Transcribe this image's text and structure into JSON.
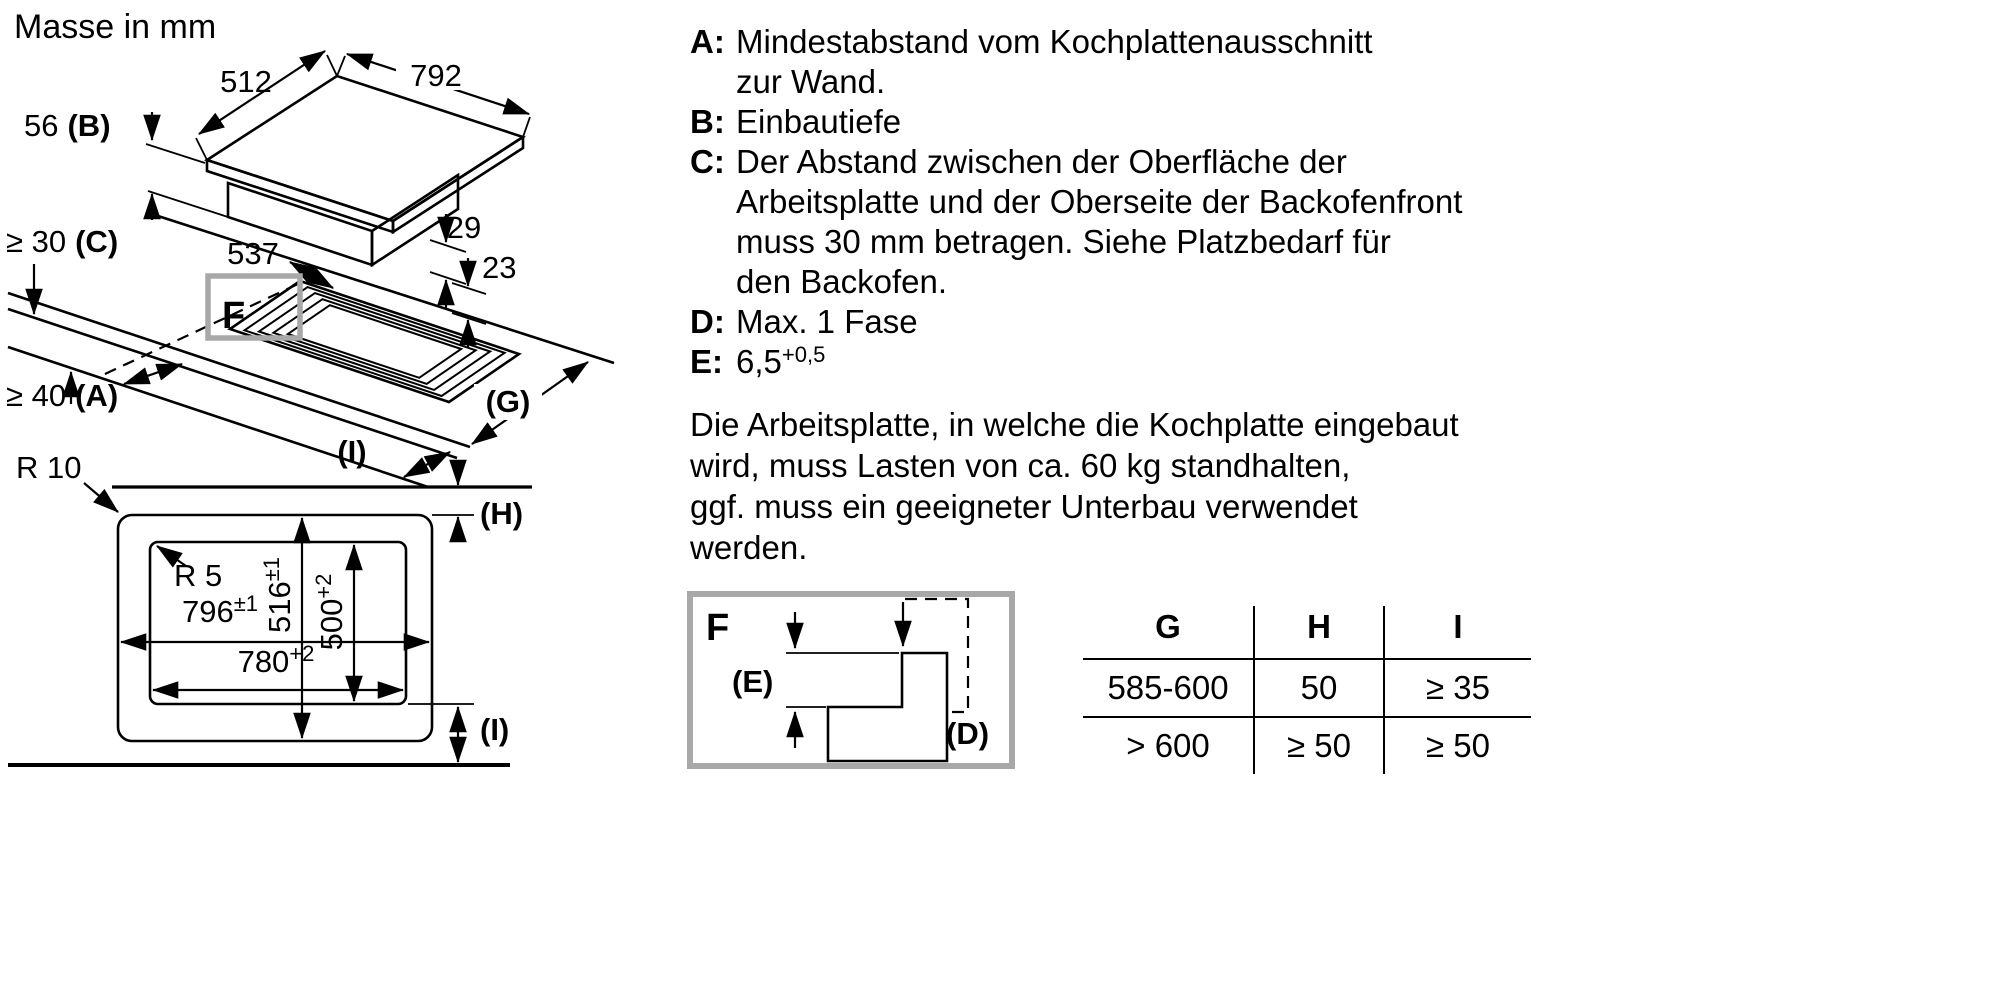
{
  "title": "Masse in mm",
  "iso": {
    "d512": "512",
    "d792": "792",
    "d537": "537",
    "d29": "29",
    "d23": "23",
    "d56": {
      "value": "56",
      "label": "(B)"
    },
    "d30": {
      "value": "≥ 30",
      "label": "(C)"
    },
    "d40": {
      "value": "≥ 40",
      "label": "(A)"
    },
    "g": "(G)",
    "i": "(I)",
    "f": "F"
  },
  "plan": {
    "r10": "R 10",
    "r5": "R 5",
    "d516": {
      "value": "516",
      "sup": "±1"
    },
    "d500": {
      "value": "500",
      "sup": "+2"
    },
    "d796": {
      "value": "796",
      "sup": "±1"
    },
    "d780": {
      "value": "780",
      "sup": "+2"
    },
    "h": "(H)",
    "i": "(I)"
  },
  "detail": {
    "f": "F",
    "e": "(E)",
    "d": "(D)"
  },
  "legend": {
    "items": [
      {
        "key": "A:",
        "lines": [
          "Mindestabstand vom Kochplattenausschnitt",
          "zur Wand."
        ]
      },
      {
        "key": "B:",
        "lines": [
          "Einbautiefe"
        ]
      },
      {
        "key": "C:",
        "lines": [
          "Der Abstand zwischen der Oberfläche der",
          "Arbeitsplatte und der Oberseite der Backofenfront",
          "muss 30 mm betragen. Siehe Platzbedarf für",
          "den Backofen."
        ]
      },
      {
        "key": "D:",
        "lines": [
          "Max. 1 Fase"
        ]
      },
      {
        "key": "E:",
        "value": "6,5",
        "sup": "+0,5"
      }
    ]
  },
  "paragraph": {
    "lines": [
      "Die Arbeitsplatte, in welche die Kochplatte eingebaut",
      "wird, muss Lasten von ca. 60 kg standhalten,",
      "ggf. muss ein geeigneter Unterbau verwendet",
      "werden."
    ]
  },
  "table": {
    "headers": [
      "G",
      "H",
      "I"
    ],
    "rows": [
      [
        "585-600",
        "50",
        "≥ 35"
      ],
      [
        "> 600",
        "≥ 50",
        "≥ 50"
      ]
    ]
  },
  "colors": {
    "callout_gray": "#a8a8a8",
    "line": "#000000"
  }
}
